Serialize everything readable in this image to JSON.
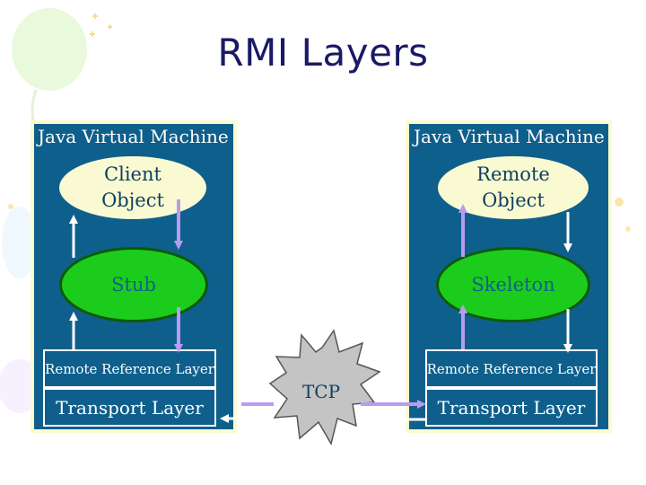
{
  "slide": {
    "title": "RMI Layers"
  },
  "left_jvm": {
    "title": "Java Virtual Machine",
    "object_label": "Client\nObject",
    "middle_label": "Stub",
    "remote_reference_layer": "Remote Reference Layer",
    "transport_layer": "Transport Layer"
  },
  "right_jvm": {
    "title": "Java Virtual Machine",
    "object_label": "Remote\nObject",
    "middle_label": "Skeleton",
    "remote_reference_layer": "Remote Reference Layer",
    "transport_layer": "Transport Layer"
  },
  "network": {
    "label": "TCP"
  },
  "colors": {
    "jvm_panel": "#0f5f8c",
    "object_oval": "#fafad2",
    "middle_oval": "#1ccc1c",
    "call_arrow": "#b89cf0",
    "return_arrow": "#ffffff",
    "tcp_burst": "#c0c0c0"
  }
}
